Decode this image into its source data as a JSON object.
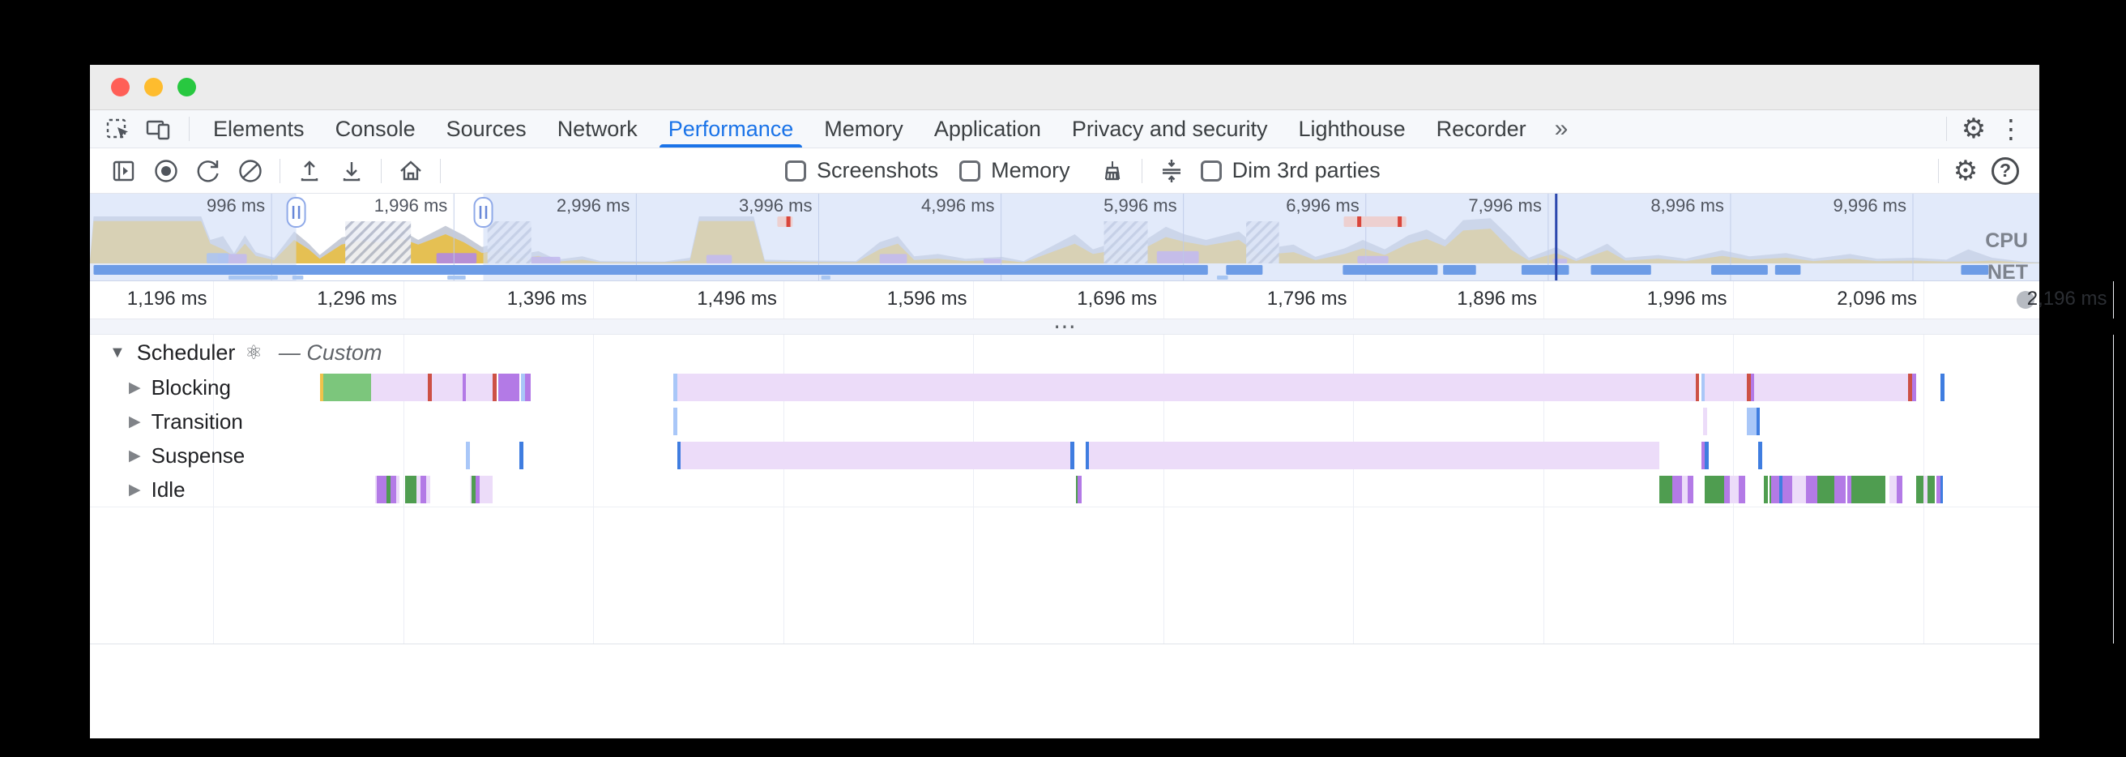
{
  "window": {
    "titlebar_buttons": [
      "close",
      "minimize",
      "zoom"
    ]
  },
  "tabbar": {
    "tabs": [
      {
        "label": "Elements",
        "active": false
      },
      {
        "label": "Console",
        "active": false
      },
      {
        "label": "Sources",
        "active": false
      },
      {
        "label": "Network",
        "active": false
      },
      {
        "label": "Performance",
        "active": true
      },
      {
        "label": "Memory",
        "active": false
      },
      {
        "label": "Application",
        "active": false
      },
      {
        "label": "Privacy and security",
        "active": false
      },
      {
        "label": "Lighthouse",
        "active": false
      },
      {
        "label": "Recorder",
        "active": false
      }
    ],
    "more_tabs_glyph": "»",
    "gear_glyph": "⚙",
    "kebab_glyph": "⋮"
  },
  "toolbar": {
    "checkboxes": [
      {
        "label": "Screenshots",
        "checked": false
      },
      {
        "label": "Memory",
        "checked": false
      },
      {
        "label": "Dim 3rd parties",
        "checked": false
      }
    ],
    "help_glyph": "?",
    "gear_glyph": "⚙"
  },
  "resizer_dots": "⋯",
  "chart_data": {
    "type": "flamechart-timeline",
    "overview": {
      "unit": "ms",
      "range_ms": [
        0,
        10689
      ],
      "tick_values": [
        996,
        1996,
        2996,
        3996,
        4996,
        5996,
        6996,
        7996,
        8996,
        9996
      ],
      "tick_labels": [
        "996 ms",
        "1,996 ms",
        "2,996 ms",
        "3,996 ms",
        "4,996 ms",
        "5,996 ms",
        "6,996 ms",
        "7,996 ms",
        "8,996 ms",
        "9,996 ms"
      ],
      "selection_ms": [
        1131,
        2157
      ],
      "cpu_label": "CPU",
      "net_label": "NET",
      "playhead_ms": 8040,
      "cpu_samples": [
        [
          0,
          0.08,
          0.04
        ],
        [
          20,
          1.0,
          0.9
        ],
        [
          610,
          1.0,
          0.9
        ],
        [
          660,
          0.5,
          0.42
        ],
        [
          730,
          0.58,
          0.3
        ],
        [
          790,
          0.22,
          0.15
        ],
        [
          850,
          0.6,
          0.42
        ],
        [
          910,
          0.24,
          0.16
        ],
        [
          1010,
          0.12,
          0.07
        ],
        [
          1120,
          0.68,
          0.5
        ],
        [
          1200,
          0.42,
          0.3
        ],
        [
          1260,
          0.18,
          0.1
        ],
        [
          1380,
          0.55,
          0.4
        ],
        [
          1480,
          0.66,
          0.48
        ],
        [
          1600,
          0.6,
          0.44
        ],
        [
          1700,
          0.72,
          0.54
        ],
        [
          1800,
          0.5,
          0.4
        ],
        [
          1950,
          0.8,
          0.62
        ],
        [
          2050,
          0.6,
          0.45
        ],
        [
          2150,
          0.35,
          0.22
        ],
        [
          2250,
          0.45,
          0.3
        ],
        [
          2340,
          0.18,
          0.1
        ],
        [
          2460,
          0.26,
          0.16
        ],
        [
          2560,
          0.08,
          0.04
        ],
        [
          2700,
          0.15,
          0.08
        ],
        [
          2800,
          0.05,
          0.02
        ],
        [
          3150,
          0.04,
          0.02
        ],
        [
          3290,
          0.12,
          0.06
        ],
        [
          3340,
          1.0,
          0.9
        ],
        [
          3640,
          1.0,
          0.9
        ],
        [
          3700,
          0.08,
          0.04
        ],
        [
          3950,
          0.06,
          0.03
        ],
        [
          4200,
          0.05,
          0.02
        ],
        [
          4330,
          0.45,
          0.3
        ],
        [
          4430,
          0.58,
          0.42
        ],
        [
          4520,
          0.15,
          0.07
        ],
        [
          4650,
          0.2,
          0.1
        ],
        [
          4800,
          0.1,
          0.05
        ],
        [
          5000,
          0.14,
          0.07
        ],
        [
          5120,
          0.05,
          0.02
        ],
        [
          5400,
          0.62,
          0.42
        ],
        [
          5500,
          0.3,
          0.2
        ],
        [
          5620,
          0.45,
          0.28
        ],
        [
          5740,
          0.38,
          0.24
        ],
        [
          5900,
          0.78,
          0.56
        ],
        [
          6000,
          0.62,
          0.46
        ],
        [
          6120,
          0.5,
          0.38
        ],
        [
          6300,
          0.68,
          0.5
        ],
        [
          6420,
          0.3,
          0.18
        ],
        [
          6600,
          0.4,
          0.24
        ],
        [
          6720,
          0.14,
          0.07
        ],
        [
          6880,
          0.32,
          0.2
        ],
        [
          6980,
          0.5,
          0.32
        ],
        [
          7100,
          0.3,
          0.18
        ],
        [
          7230,
          0.6,
          0.42
        ],
        [
          7330,
          0.72,
          0.52
        ],
        [
          7430,
          0.5,
          0.36
        ],
        [
          7530,
          0.92,
          0.7
        ],
        [
          7680,
          0.96,
          0.74
        ],
        [
          7790,
          0.55,
          0.3
        ],
        [
          7890,
          0.12,
          0.06
        ],
        [
          8040,
          0.35,
          0.22
        ],
        [
          8150,
          0.1,
          0.05
        ],
        [
          8320,
          0.42,
          0.28
        ],
        [
          8420,
          0.12,
          0.06
        ],
        [
          8600,
          0.18,
          0.1
        ],
        [
          8750,
          0.1,
          0.05
        ],
        [
          8950,
          0.28,
          0.16
        ],
        [
          9100,
          0.15,
          0.08
        ],
        [
          9300,
          0.22,
          0.12
        ],
        [
          9450,
          0.1,
          0.05
        ],
        [
          9650,
          0.2,
          0.1
        ],
        [
          9800,
          0.1,
          0.05
        ],
        [
          10000,
          0.12,
          0.06
        ],
        [
          10180,
          0.08,
          0.04
        ],
        [
          10300,
          0.3,
          0.04
        ],
        [
          10430,
          0.12,
          0.06
        ],
        [
          10600,
          0.04,
          0.02
        ],
        [
          10689,
          0.03,
          0.01
        ]
      ],
      "purple_blips": [
        [
          700,
          860,
          0.2
        ],
        [
          1900,
          2120,
          0.22
        ],
        [
          2400,
          2580,
          0.14
        ],
        [
          3380,
          3520,
          0.18
        ],
        [
          4330,
          4480,
          0.2
        ],
        [
          4900,
          5000,
          0.1
        ],
        [
          5850,
          6080,
          0.26
        ],
        [
          6950,
          7120,
          0.16
        ],
        [
          8020,
          8100,
          0.1
        ]
      ],
      "blue_blips": [
        [
          640,
          760,
          0.22
        ]
      ],
      "hatch_regions": [
        [
          1400,
          1760
        ],
        [
          2180,
          2420
        ],
        [
          5560,
          5800
        ],
        [
          6340,
          6520
        ]
      ],
      "longtask_markers": [
        {
          "s": 3769,
          "e": 3853,
          "ticks": [
            3830
          ]
        },
        {
          "s": 6875,
          "e": 7218,
          "ticks": [
            6960,
            7182
          ]
        }
      ],
      "net_segments": [
        [
          20,
          6130
        ],
        [
          6230,
          6430
        ],
        [
          6870,
          7390
        ],
        [
          7420,
          7600
        ],
        [
          7850,
          8110
        ],
        [
          8230,
          8560
        ],
        [
          8890,
          9200
        ],
        [
          9240,
          9380
        ],
        [
          10260,
          10410
        ]
      ],
      "net_sub_segments": [
        [
          760,
          1030
        ],
        [
          1110,
          1170
        ],
        [
          1960,
          2060
        ],
        [
          4010,
          4060
        ],
        [
          6180,
          6240
        ]
      ]
    },
    "ruler": {
      "view_ms": [
        1131,
        2157
      ],
      "ticks": [
        {
          "ms": 1196,
          "label": "1,196 ms"
        },
        {
          "ms": 1296,
          "label": "1,296 ms"
        },
        {
          "ms": 1396,
          "label": "1,396 ms"
        },
        {
          "ms": 1496,
          "label": "1,496 ms"
        },
        {
          "ms": 1596,
          "label": "1,596 ms"
        },
        {
          "ms": 1696,
          "label": "1,696 ms"
        },
        {
          "ms": 1796,
          "label": "1,796 ms"
        },
        {
          "ms": 1896,
          "label": "1,896 ms"
        },
        {
          "ms": 1996,
          "label": "1,996 ms"
        },
        {
          "ms": 2096,
          "label": "2,096 ms"
        },
        {
          "ms": 2196,
          "label": "2,196 ms"
        }
      ]
    },
    "tracks": [
      {
        "name": "Scheduler",
        "icon_glyph": "⚛",
        "collapse_arrow": "▼",
        "suffix": "— Custom",
        "row_arrow": "▶",
        "rows": [
          {
            "name": "Blocking",
            "segments": [
              [
                1252,
                1254,
                "yellow"
              ],
              [
                1254,
                1279,
                "green"
              ],
              [
                1279,
                1309,
                "lav"
              ],
              [
                1309,
                1311,
                "red"
              ],
              [
                1311,
                1327,
                "lav"
              ],
              [
                1327,
                1329,
                "purple"
              ],
              [
                1329,
                1343,
                "lav"
              ],
              [
                1343,
                1345,
                "red"
              ],
              [
                1346,
                1357,
                "purple"
              ],
              [
                1358,
                1360,
                "lblue"
              ],
              [
                1360,
                1363,
                "purple"
              ],
              [
                1438,
                1440,
                "lblue"
              ],
              [
                1440,
                1976,
                "lav"
              ],
              [
                1976,
                1978,
                "red"
              ],
              [
                1979,
                1981,
                "lblue"
              ],
              [
                1981,
                2003,
                "lav"
              ],
              [
                2003,
                2005,
                "red"
              ],
              [
                2005,
                2007,
                "purple"
              ],
              [
                2007,
                2088,
                "lav"
              ],
              [
                2088,
                2090,
                "red"
              ],
              [
                2090,
                2092,
                "purple"
              ],
              [
                2105,
                2107,
                "blue"
              ]
            ]
          },
          {
            "name": "Transition",
            "segments": [
              [
                1438,
                1440,
                "lblue"
              ],
              [
                1980,
                1982,
                "lav"
              ],
              [
                2003,
                2008,
                "lblue"
              ],
              [
                2008,
                2010,
                "blue"
              ]
            ]
          },
          {
            "name": "Suspense",
            "segments": [
              [
                1329,
                1331,
                "lblue"
              ],
              [
                1357,
                1359,
                "blue"
              ],
              [
                1440,
                1442,
                "blue"
              ],
              [
                1442,
                1647,
                "lav"
              ],
              [
                1647,
                1649,
                "blue"
              ],
              [
                1655,
                1657,
                "blue"
              ],
              [
                1657,
                1957,
                "lav"
              ],
              [
                1979,
                1981,
                "purple"
              ],
              [
                1981,
                1983,
                "blue"
              ],
              [
                2009,
                2011,
                "blue"
              ]
            ]
          },
          {
            "name": "Idle",
            "segments": [
              [
                1281,
                1282,
                "lav"
              ],
              [
                1282,
                1287,
                "purple"
              ],
              [
                1287,
                1289,
                "dgreen"
              ],
              [
                1289,
                1292,
                "purple"
              ],
              [
                1292,
                1294,
                "lav"
              ],
              [
                1297,
                1303,
                "dgreen"
              ],
              [
                1303,
                1305,
                "lav"
              ],
              [
                1305,
                1308,
                "purple"
              ],
              [
                1308,
                1310,
                "lav"
              ],
              [
                1331,
                1332,
                "lav"
              ],
              [
                1332,
                1334,
                "dgreen"
              ],
              [
                1334,
                1336,
                "purple"
              ],
              [
                1336,
                1343,
                "lav"
              ],
              [
                1650,
                1651,
                "dgreen"
              ],
              [
                1651,
                1653,
                "purple"
              ],
              [
                1957,
                1964,
                "dgreen"
              ],
              [
                1964,
                1969,
                "purple"
              ],
              [
                1969,
                1972,
                "lav"
              ],
              [
                1972,
                1975,
                "purple"
              ],
              [
                1981,
                1991,
                "dgreen"
              ],
              [
                1991,
                1994,
                "purple"
              ],
              [
                1994,
                1999,
                "lav"
              ],
              [
                1999,
                2002,
                "purple"
              ],
              [
                2012,
                2014,
                "dgreen"
              ],
              [
                2015,
                2016,
                "dgreen"
              ],
              [
                2016,
                2020,
                "purple"
              ],
              [
                2020,
                2022,
                "blue"
              ],
              [
                2022,
                2027,
                "purple"
              ],
              [
                2027,
                2034,
                "lav"
              ],
              [
                2034,
                2040,
                "purple"
              ],
              [
                2040,
                2049,
                "dgreen"
              ],
              [
                2049,
                2055,
                "purple"
              ],
              [
                2056,
                2058,
                "purple"
              ],
              [
                2058,
                2076,
                "dgreen"
              ],
              [
                2078,
                2082,
                "lav"
              ],
              [
                2082,
                2085,
                "purple"
              ],
              [
                2092,
                2096,
                "dgreen"
              ],
              [
                2096,
                2098,
                "lav"
              ],
              [
                2098,
                2102,
                "dgreen"
              ],
              [
                2103,
                2105,
                "purple"
              ],
              [
                2105,
                2106,
                "blue"
              ]
            ]
          }
        ]
      }
    ],
    "colors": {
      "green": "#7cc67c",
      "dgreen": "#4f9d50",
      "purple": "#b37ae6",
      "lav": "#ecdcf9",
      "red": "#cd5146",
      "blue": "#3f7de0",
      "lblue": "#a9c7f8",
      "yellow": "#f0c24a",
      "accent": "#1a73e8",
      "overview_dim": "#cfdcf7",
      "net_blue": "#6d9ce6",
      "cpu_gray": "#c7ccd8",
      "cpu_yellow": "#e5c053",
      "playhead": "#2b47ad"
    }
  }
}
